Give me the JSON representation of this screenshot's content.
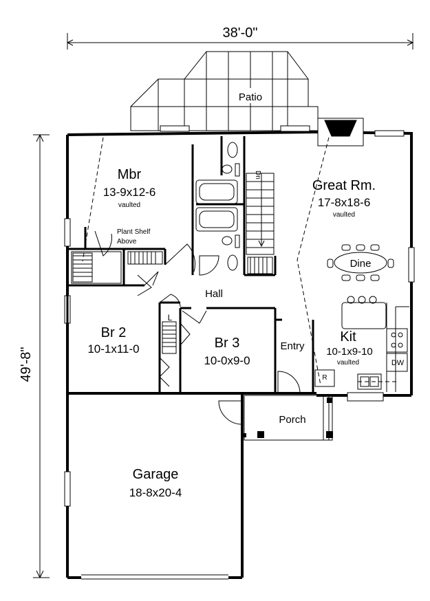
{
  "dimensions": {
    "width_label": "38'-0\"",
    "depth_label": "49'-8\""
  },
  "rooms": {
    "patio": {
      "name": "Patio"
    },
    "mbr": {
      "name": "Mbr",
      "size": "13-9x12-6",
      "note": "vaulted"
    },
    "great": {
      "name": "Great Rm.",
      "size": "17-8x18-6",
      "note": "vaulted"
    },
    "dine": {
      "name": "Dine"
    },
    "hall": {
      "name": "Hall"
    },
    "br2": {
      "name": "Br 2",
      "size": "10-1x11-0"
    },
    "br3": {
      "name": "Br 3",
      "size": "10-0x9-0"
    },
    "entry": {
      "name": "Entry"
    },
    "kit": {
      "name": "Kit",
      "size": "10-1x9-10",
      "note": "vaulted"
    },
    "porch": {
      "name": "Porch"
    },
    "garage": {
      "name": "Garage",
      "size": "18-8x20-4"
    }
  },
  "annotations": {
    "plant_shelf_line1": "Plant Shelf",
    "plant_shelf_line2": "Above",
    "stair_dn": "Dn",
    "linen": "L",
    "range": "R",
    "dishwasher": "DW"
  }
}
